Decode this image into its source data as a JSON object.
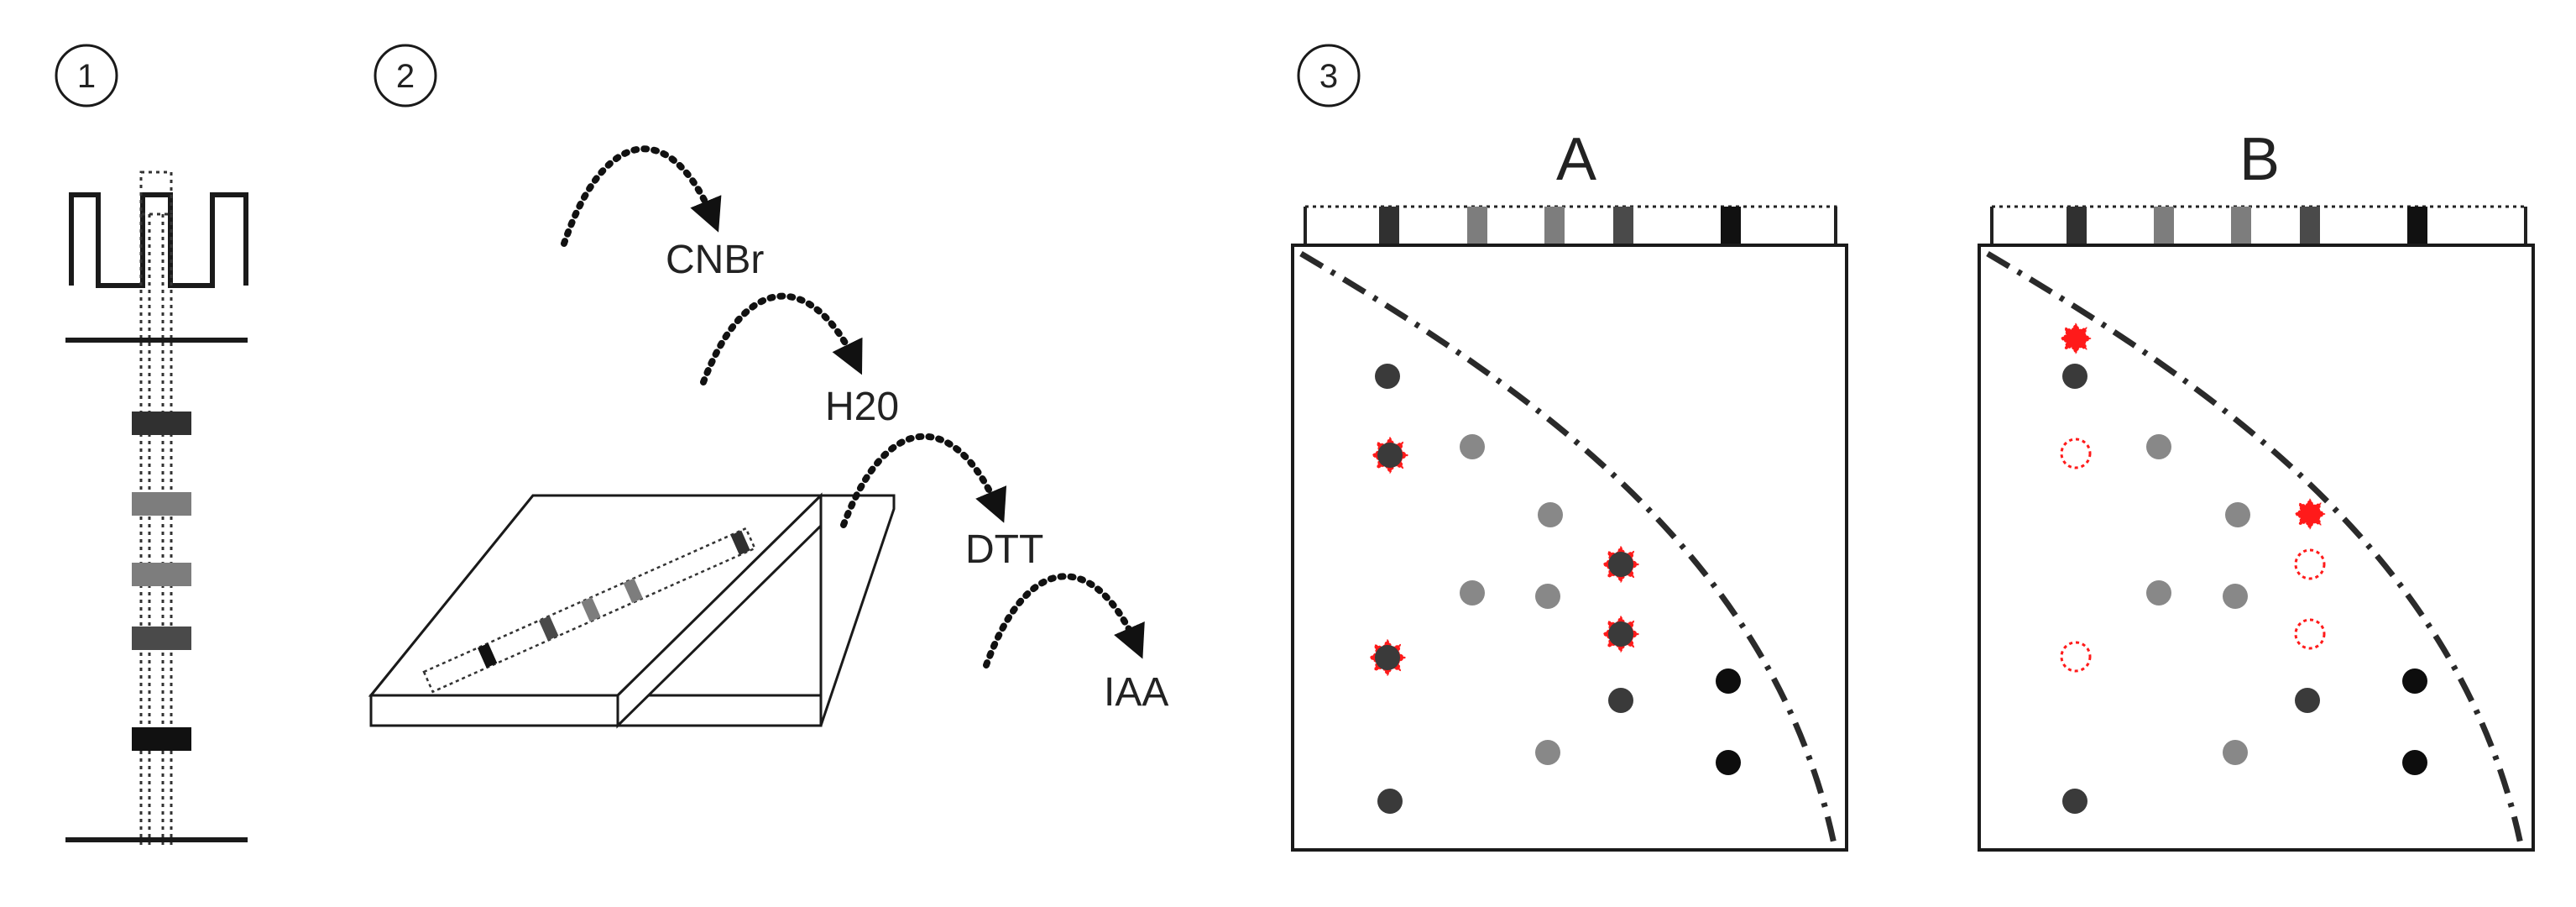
{
  "steps": [
    {
      "number": "1"
    },
    {
      "number": "2"
    },
    {
      "number": "3"
    }
  ],
  "reagents": [
    "CNBr",
    "H20",
    "DTT",
    "IAA"
  ],
  "panels": [
    {
      "label": "A"
    },
    {
      "label": "B"
    }
  ],
  "colors": {
    "stroke": "#1a1a1a",
    "band_dark": "#303030",
    "band_mid": "#4a4a4a",
    "band_light": "#7d7d7d",
    "band_black": "#111111",
    "spot_dark": "#3a3a3a",
    "spot_light": "#888888",
    "spot_black": "#0d0d0d",
    "highlight": "#ff1a1a"
  }
}
